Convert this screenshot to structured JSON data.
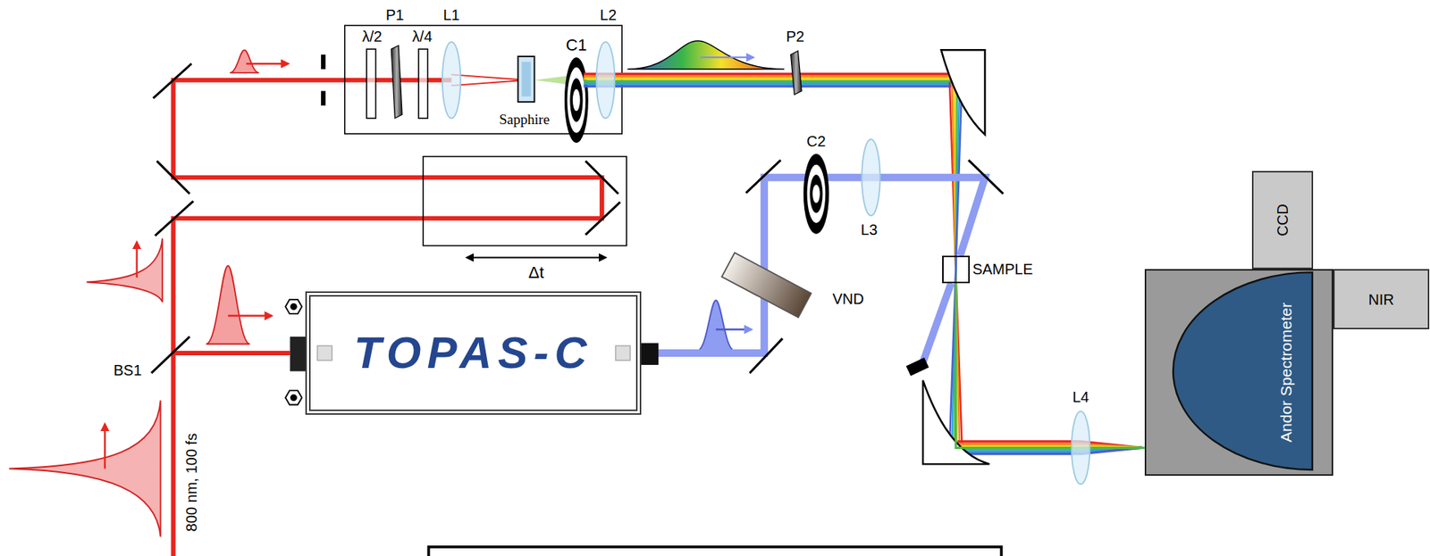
{
  "diagram": {
    "nodes": [
      {
        "text": [
          "TOPAS-C"
        ]
      },
      {
        "text": [
          "SAMPLE"
        ]
      },
      {
        "text": [
          "CCD"
        ]
      },
      {
        "text": [
          "Andor Spectrometer"
        ]
      },
      {
        "text": [
          "NIR"
        ]
      }
    ],
    "edges": [
      {
        "from": 0,
        "to": 1,
        "arrow": "none"
      },
      {
        "from": 1,
        "to": 3,
        "arrow": "none"
      }
    ],
    "labels": [
      "P1",
      "L1",
      "L2",
      "λ/2",
      "λ/4",
      "C1",
      "Sapphire",
      "P2",
      "C2",
      "L3",
      "Δt",
      "VND",
      "BS1",
      "800 nm, 100 fs",
      "L4"
    ]
  }
}
